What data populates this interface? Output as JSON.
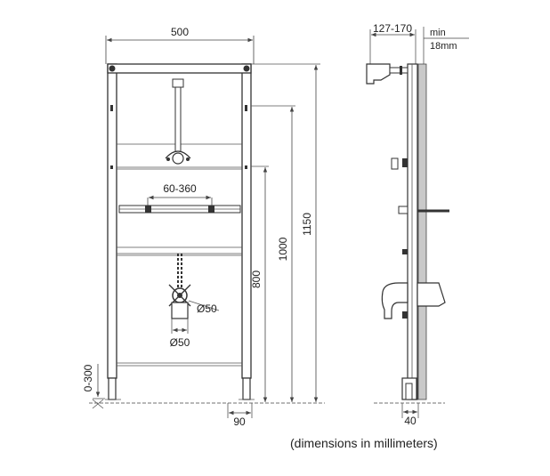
{
  "front_view": {
    "width_label": "500",
    "adjust_range_label": "60-360",
    "pipe_diameter_label": "Ø50",
    "outlet_diameter_label": "Ø50",
    "height_800": "800",
    "height_1000": "1000",
    "height_1150": "1150",
    "foot_range_label": "0-300",
    "foot_offset_label": "90"
  },
  "side_view": {
    "depth_range_label": "127-170",
    "min_label": "min",
    "min_value_label": "18mm",
    "bottom_width_label": "40"
  },
  "caption": "(dimensions in millimeters)"
}
